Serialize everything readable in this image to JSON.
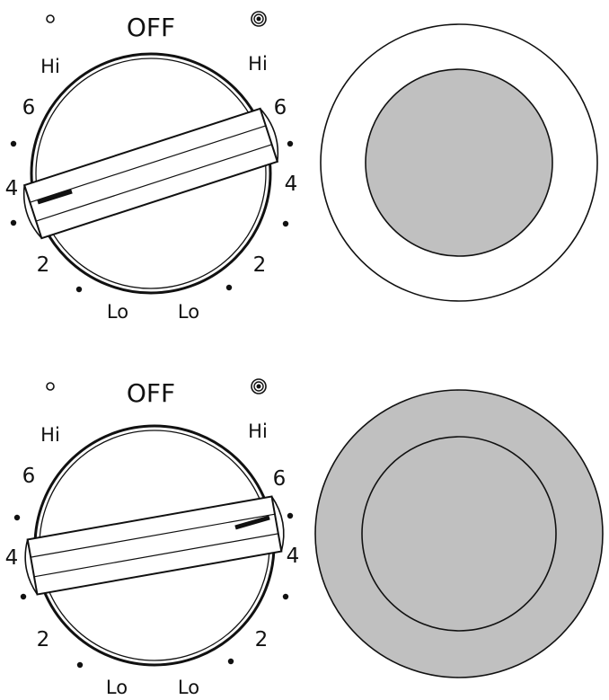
{
  "panels": [
    {
      "dial_labels": {
        "off": "OFF",
        "hi_left": "Hi",
        "hi_right": "Hi",
        "six_left": "6",
        "six_right": "6",
        "four_left": "4",
        "four_right": "4",
        "two_left": "2",
        "two_right": "2",
        "lo_left": "Lo",
        "lo_right": "Lo"
      },
      "setting": "left element at 4",
      "burner": {
        "inner_fill": "#c0c0c0",
        "outer_fill": "#ffffff"
      }
    },
    {
      "dial_labels": {
        "off": "OFF",
        "hi_left": "Hi",
        "hi_right": "Hi",
        "six_left": "6",
        "six_right": "6",
        "four_left": "4",
        "four_right": "4",
        "two_left": "2",
        "two_right": "2",
        "lo_left": "Lo",
        "lo_right": "Lo"
      },
      "setting": "right (dual) element at 5",
      "burner": {
        "inner_fill": "#c0c0c0",
        "outer_fill": "#c0c0c0"
      }
    }
  ],
  "colors": {
    "stroke": "#111111",
    "heated": "#c0c0c0",
    "background": "#ffffff"
  }
}
